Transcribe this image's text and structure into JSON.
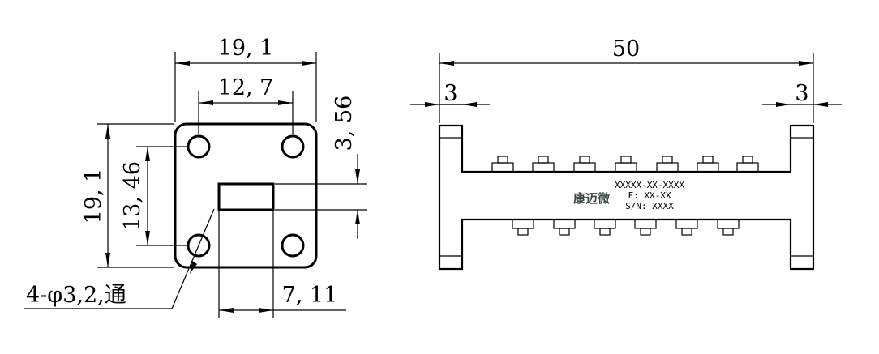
{
  "front_view": {
    "width_dim": "19, 1",
    "hole_spacing_dim": "12, 7",
    "height_dim": "19, 1",
    "hole_vertical_spacing_dim": "13, 46",
    "aperture_height_dim": "3, 56",
    "aperture_width_dim": "7, 11",
    "hole_callout": "4-φ3,2,通"
  },
  "side_view": {
    "length_dim": "50",
    "left_flange_dim": "3",
    "right_flange_dim": "3",
    "brand": "康迈微",
    "label_line1": "XXXXX-XX-XXXX",
    "label_line2": "F: XX-XX",
    "label_line3": "S/N: XXXX"
  }
}
